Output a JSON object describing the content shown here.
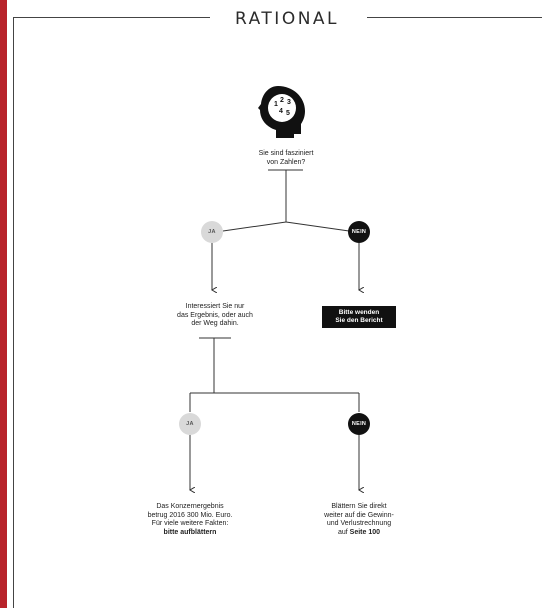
{
  "title": "RATIONAL",
  "colors": {
    "accent_red": "#b8232a",
    "line": "#333333",
    "ja_circle": "#d9d9d9",
    "nein_circle": "#111111"
  },
  "icon": "head-with-numbers-icon",
  "head_numbers": [
    "1",
    "2",
    "3",
    "4",
    "5"
  ],
  "question1": "Sie sind fasziniert\nvon Zahlen?",
  "branch1": {
    "yes": "JA",
    "no": "NEIN"
  },
  "question2": "Interessiert Sie nur\ndas Ergebnis, oder auch\nder Weg dahin.",
  "no_result1": "Bitte wenden\nSie den Bericht",
  "branch2": {
    "yes": "JA",
    "no": "NEIN"
  },
  "result_yes": {
    "text": "Das Konzernergebnis\nbetrug 2016 300 Mio. Euro.\nFür viele weitere Fakten:",
    "bold": "bitte aufblättern"
  },
  "result_no": {
    "text": "Blättern Sie direkt\nweiter auf die Gewinn-\nund Verlustrechnung\nauf ",
    "bold": "Seite 100"
  }
}
